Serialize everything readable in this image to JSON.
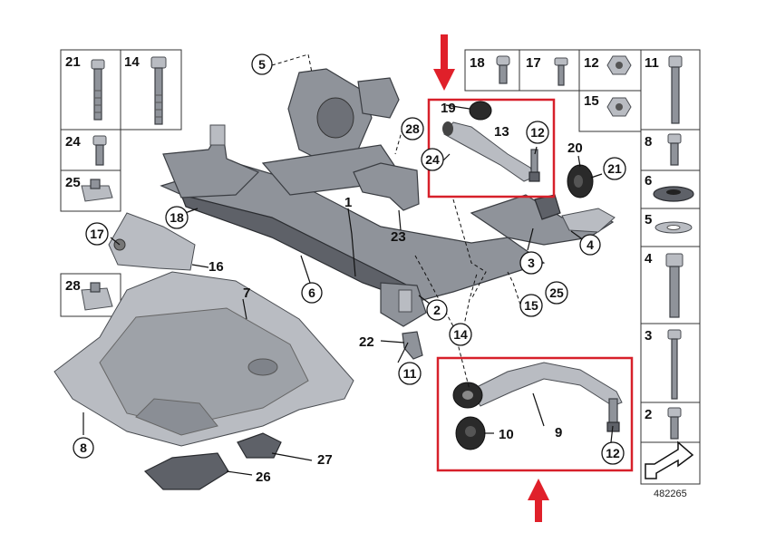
{
  "diagram": {
    "ref_number": "482265",
    "colors": {
      "highlight": "#d7202a",
      "arrow": "#e0202a",
      "metal": "#8f939a"
    },
    "sidebar_left_labels": [
      "21",
      "14",
      "24",
      "25",
      "28"
    ],
    "sidebar_top_labels": [
      "18",
      "17",
      "12",
      "15"
    ],
    "sidebar_right_labels": [
      "11",
      "8",
      "6",
      "5",
      "4",
      "3",
      "2"
    ],
    "callouts": {
      "c1": "1",
      "c2": "2",
      "c3": "3",
      "c4": "4",
      "c5": "5",
      "c6": "6",
      "c7": "7",
      "c8": "8",
      "c9": "9",
      "c10": "10",
      "c11": "11",
      "c12a": "12",
      "c12b": "12",
      "c13": "13",
      "c14": "14",
      "c15": "15",
      "c16": "16",
      "c17": "17",
      "c18": "18",
      "c19": "19",
      "c20": "20",
      "c21": "21",
      "c22": "22",
      "c23": "23",
      "c24": "24",
      "c25": "25",
      "c26": "26",
      "c27": "27",
      "c28": "28"
    },
    "icons": [
      "down-arrow-icon",
      "up-arrow-icon",
      "direction-arrow-icon"
    ]
  }
}
